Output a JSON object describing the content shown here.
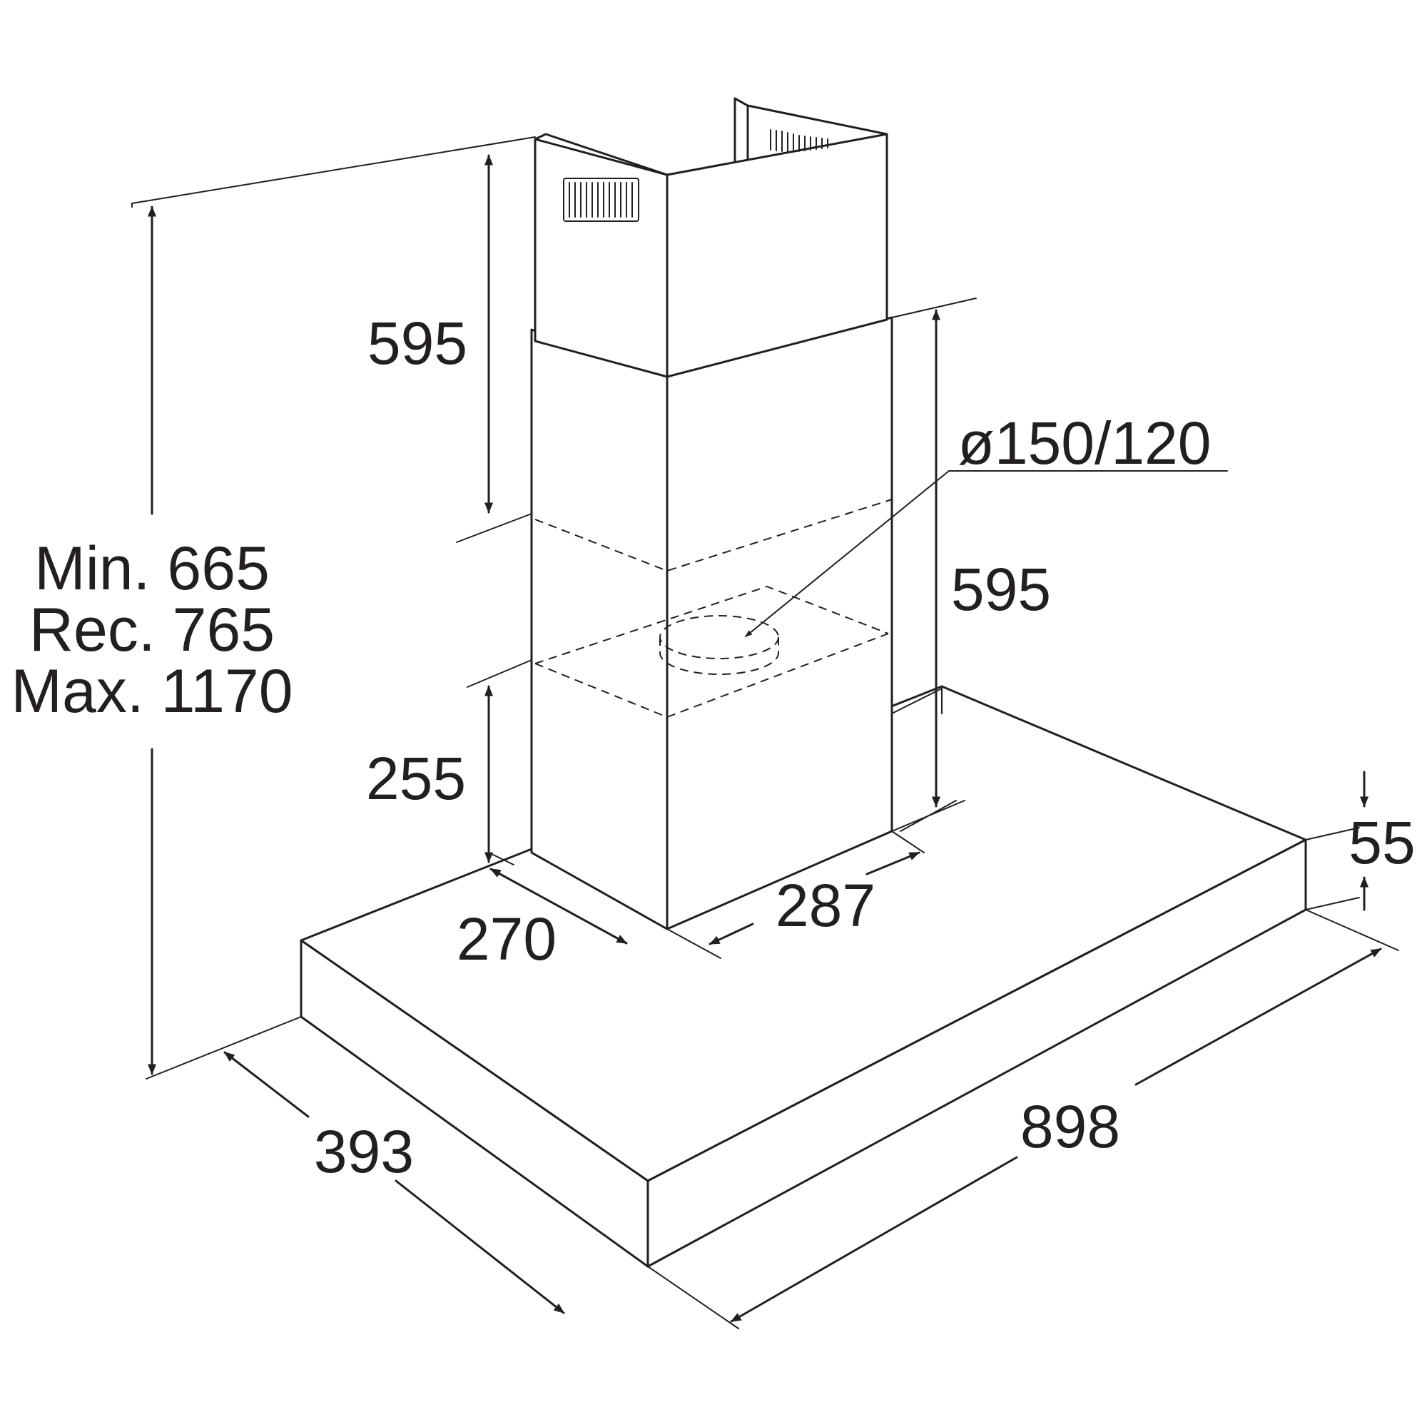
{
  "diagram": {
    "height_label": {
      "min": "Min. 665",
      "rec": "Rec. 765",
      "max": "Max. 1170"
    },
    "upper_chimney_height": "595",
    "lower_chimney_height": "595",
    "duct_diameter": "ø150/120",
    "chimney_overlap": "255",
    "chimney_depth": "270",
    "chimney_width": "287",
    "canopy_depth": "393",
    "canopy_width": "898",
    "canopy_thickness": "55"
  }
}
